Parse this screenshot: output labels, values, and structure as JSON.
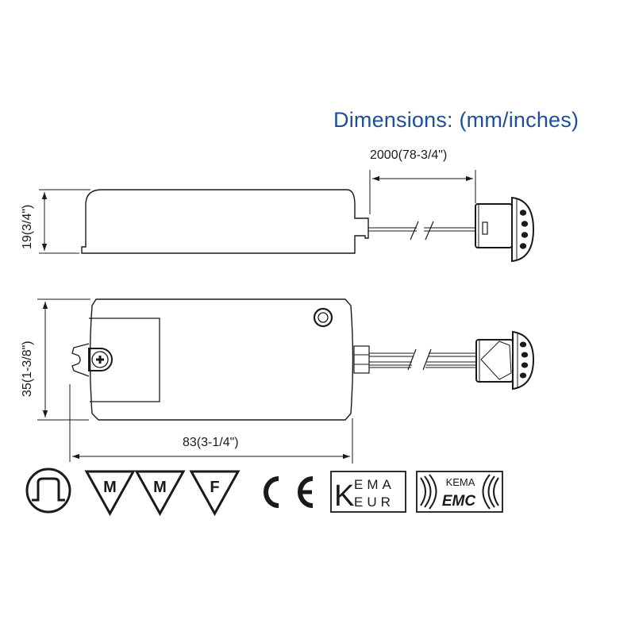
{
  "title": "Dimensions: (mm/inches)",
  "colors": {
    "title": "#1f4e9a",
    "line": "#1a1a1a",
    "background": "#ffffff"
  },
  "side_view": {
    "height_label": "19(3/4\")",
    "cable_length_label": "2000(78-3/4\")"
  },
  "top_view": {
    "width_label": "35(1-3/8\")",
    "length_label": "83(3-1/4\")"
  },
  "certifications": [
    {
      "id": "bosch-style-mark",
      "label": ""
    },
    {
      "id": "mm-triangle-1",
      "label": "M"
    },
    {
      "id": "mm-triangle-2",
      "label": "M"
    },
    {
      "id": "f-triangle",
      "label": "F"
    },
    {
      "id": "ce-mark",
      "label": "CE"
    },
    {
      "id": "kema-eur",
      "label_top": "KEMA",
      "label_bottom": "EUR",
      "big_letter": "K",
      "small_top": "EMA",
      "small_bottom": "EUR"
    },
    {
      "id": "kema-emc",
      "label_top": "KEMA",
      "label_bottom": "EMC"
    }
  ]
}
